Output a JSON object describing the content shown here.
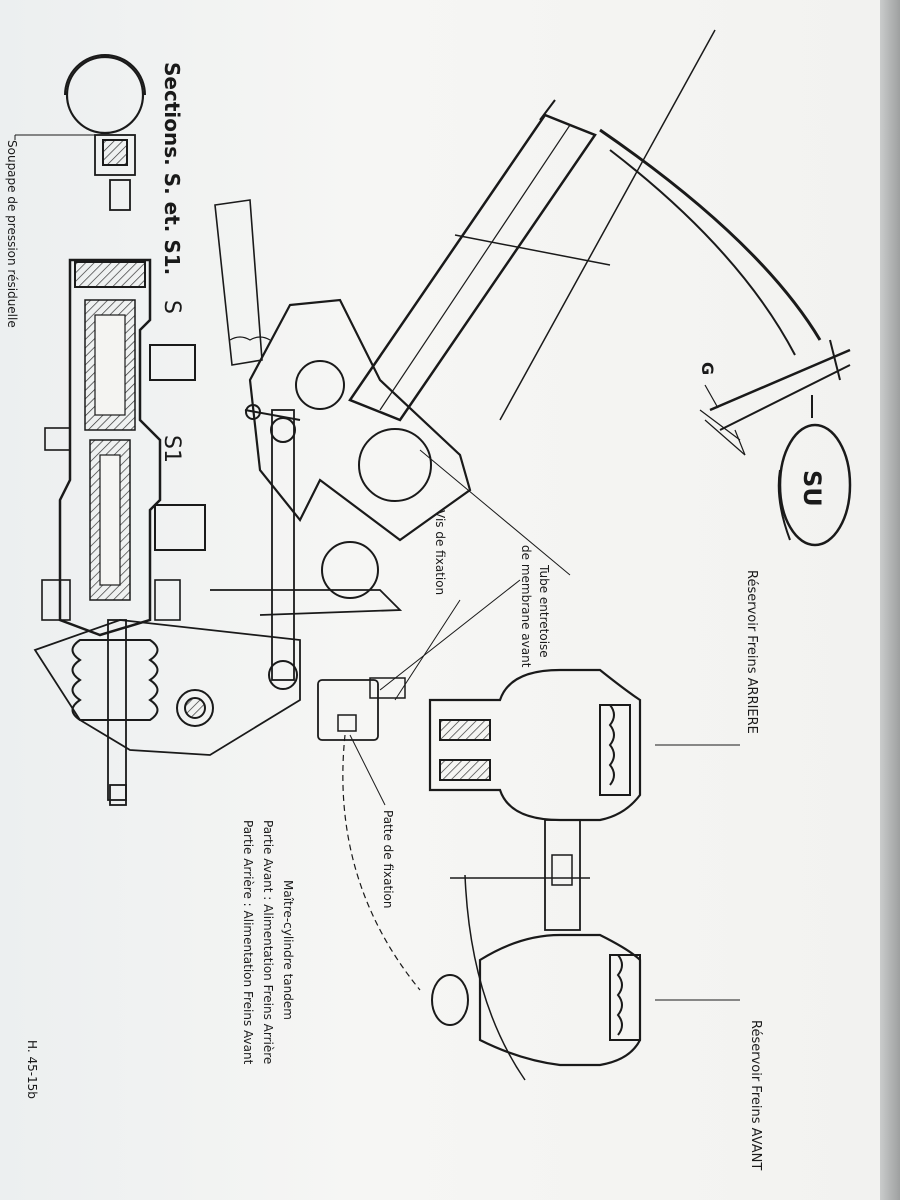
{
  "drawing": {
    "sections_title": "Sections. S. et. S1.",
    "soupape_label": "Soupape de pression résiduelle",
    "section_S": "S",
    "section_S1": "S1",
    "dim_G": "G",
    "su_label": "SU",
    "reservoir_arriere": "Réservoir Freins ARRIERE",
    "reservoir_avant": "Réservoir Freins AVANT",
    "vis_fixation": "Vis de fixation",
    "tube_line1": "Tube entretoise",
    "tube_line2": "de membrane avant",
    "patte_fixation": "Patte de fixation",
    "legend_title": "Maître-cylindre tandem",
    "legend_avant": "Partie Avant : Alimentation Freins Arrière",
    "legend_arriere": "Partie Arrière : Alimentation Freins Avant",
    "reference": "H. 45-15b"
  },
  "colors": {
    "ink": "#1a1a1a",
    "paper": "#f4f4f2",
    "hatch": "#555555"
  }
}
